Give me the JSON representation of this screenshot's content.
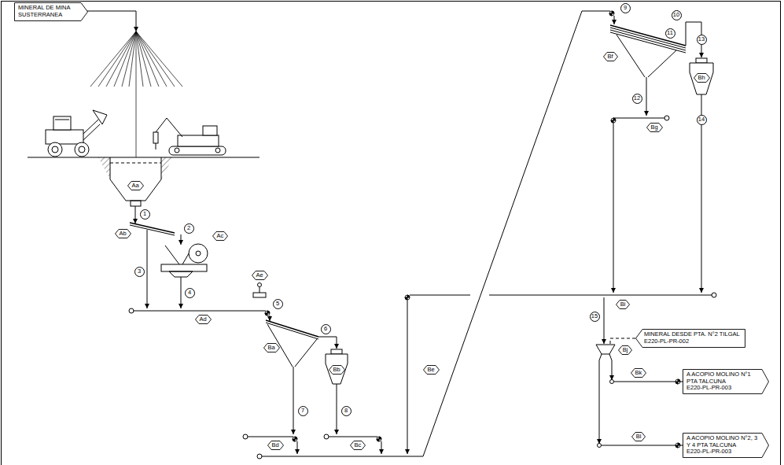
{
  "diagram": {
    "nodes": [
      {
        "text": [
          "MINERAL DE MINA SUSTERRANEA"
        ]
      },
      {
        "text": [
          "Aa"
        ]
      },
      {
        "text": [
          "1"
        ]
      },
      {
        "text": [
          "Ab"
        ]
      },
      {
        "text": [
          "2"
        ]
      },
      {
        "text": [
          "Ac"
        ]
      },
      {
        "text": [
          "3"
        ]
      },
      {
        "text": [
          "4"
        ]
      },
      {
        "text": [
          "Ae"
        ]
      },
      {
        "text": [
          "5"
        ]
      },
      {
        "text": [
          "Ad"
        ]
      },
      {
        "text": [
          "Ba"
        ]
      },
      {
        "text": [
          "6"
        ]
      },
      {
        "text": [
          "Bb"
        ]
      },
      {
        "text": [
          "7"
        ]
      },
      {
        "text": [
          "8"
        ]
      },
      {
        "text": [
          "Bd"
        ]
      },
      {
        "text": [
          "Bc"
        ]
      },
      {
        "text": [
          "Be"
        ]
      },
      {
        "text": [
          "9"
        ]
      },
      {
        "text": [
          "10"
        ]
      },
      {
        "text": [
          "11"
        ]
      },
      {
        "text": [
          "13"
        ]
      },
      {
        "text": [
          "Bf"
        ]
      },
      {
        "text": [
          "12"
        ]
      },
      {
        "text": [
          "Bh"
        ]
      },
      {
        "text": [
          "Bg"
        ]
      },
      {
        "text": [
          "14"
        ]
      },
      {
        "text": [
          "Bi"
        ]
      },
      {
        "text": [
          "15"
        ]
      },
      {
        "text": [
          "MINERAL DESDE PTA. N°2 TILGAL",
          "E220-PL-PR-002"
        ]
      },
      {
        "text": [
          "Bj"
        ]
      },
      {
        "text": [
          "Bk"
        ]
      },
      {
        "text": [
          "A ACOPIO MOLINO N°1 PTA TALCUNA",
          "E220-PL-PR-003"
        ]
      },
      {
        "text": [
          "Bl"
        ]
      },
      {
        "text": [
          "A ACOPIO MOLINO N°2, 3 Y 4 PTA TALCUNA",
          "E220-PL-PR-003"
        ]
      }
    ]
  }
}
